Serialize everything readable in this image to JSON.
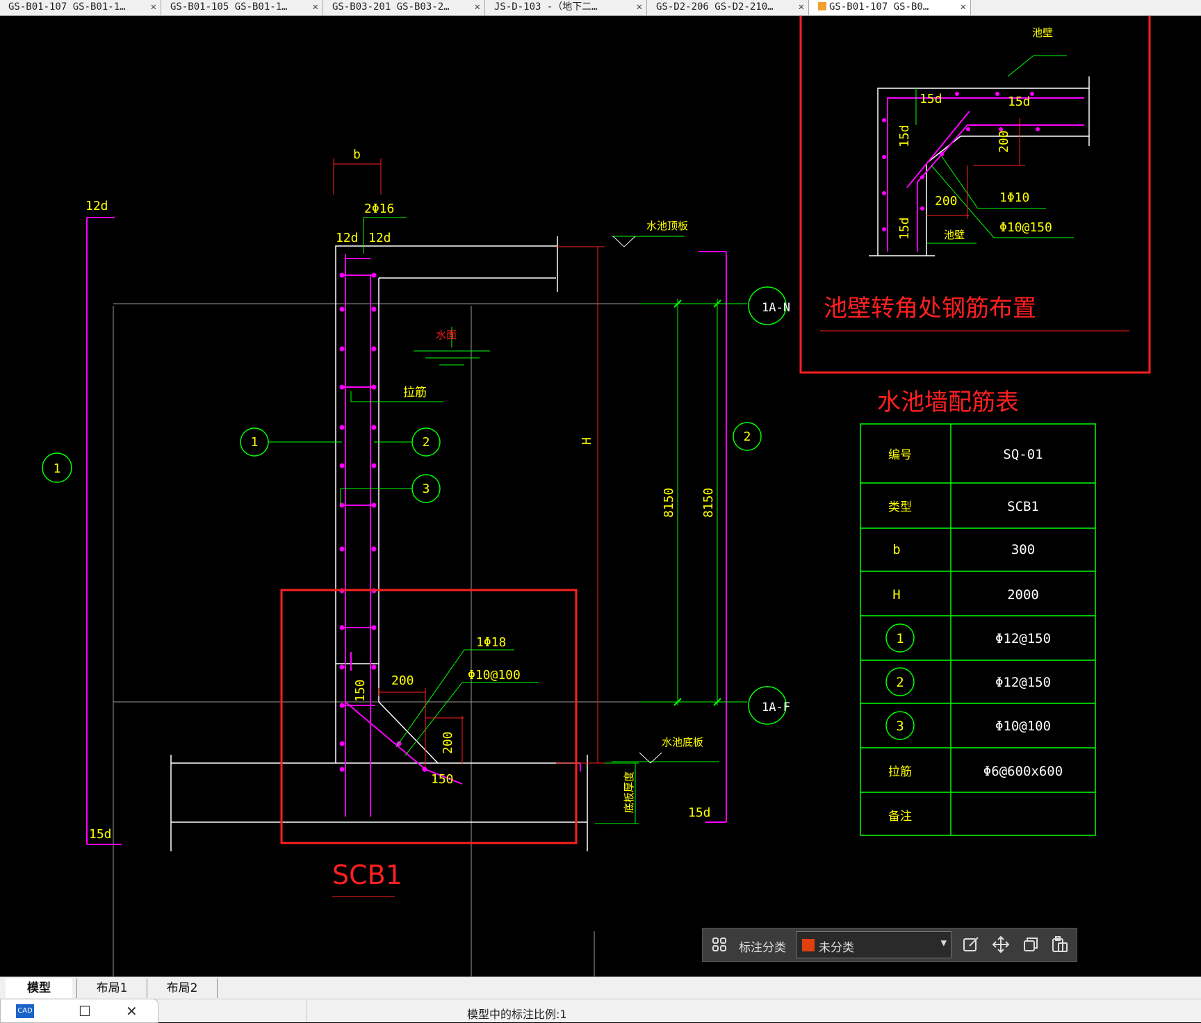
{
  "tabs": [
    {
      "label": "GS-B01-107 GS-B01-1…"
    },
    {
      "label": "GS-B01-105 GS-B01-1…"
    },
    {
      "label": "GS-B03-201 GS-B03-2…"
    },
    {
      "label": "JS-D-103 -（地下二…"
    },
    {
      "label": "GS-D2-206 GS-D2-210…"
    },
    {
      "label": "GS-B01-107 GS-B0…"
    }
  ],
  "drawing": {
    "main": {
      "dim_b": "b",
      "rebar_top": "2Φ16",
      "lap_12d_a": "12d",
      "lap_12d_b": "12d",
      "lap_12d_left": "12d",
      "lap_15d_left": "15d",
      "lap_15d_right": "15d",
      "top_slab": "水池顶板",
      "bottom_slab": "水池底板",
      "water_level": "水面",
      "tie_bar": "拉筋",
      "dim_H": "H",
      "dim_8150_a": "8150",
      "dim_8150_b": "8150",
      "axis_top": "1A-N",
      "axis_bottom": "1A-F",
      "bubble_1": "1",
      "bubble_2": "2",
      "bubble_3": "3",
      "bubble_left_1": "1",
      "bubble_right_2": "2",
      "haunch_rebar": "1Φ18",
      "haunch_stirrup": "Φ10@100",
      "dim_200_a": "200",
      "dim_200_b": "200",
      "dim_150_a": "150",
      "dim_150_b": "150",
      "slab_thickness": "底板厚度",
      "section_title": "SCB1"
    },
    "corner": {
      "label_wall_top": "池壁",
      "label_wall_bottom": "池壁",
      "lap_15d_a": "15d",
      "lap_15d_b": "15d",
      "lap_15d_c": "15d",
      "lap_15d_d": "15d",
      "dim_200_a": "200",
      "dim_200_b": "200",
      "rebar": "1Φ10",
      "stirrup": "Φ10@150",
      "title": "池壁转角处钢筋布置"
    },
    "table": {
      "title": "水池墙配筋表",
      "rows": [
        {
          "k": "编号",
          "v": "SQ-01"
        },
        {
          "k": "类型",
          "v": "SCB1"
        },
        {
          "k": "b",
          "v": "300"
        },
        {
          "k": "H",
          "v": "2000"
        },
        {
          "k": "1",
          "v": "Φ12@150"
        },
        {
          "k": "2",
          "v": "Φ12@150"
        },
        {
          "k": "3",
          "v": "Φ10@100"
        },
        {
          "k": "拉筋",
          "v": "Φ6@600x600"
        },
        {
          "k": "备注",
          "v": ""
        }
      ]
    }
  },
  "layout_tabs": [
    "模型",
    "布局1",
    "布局2"
  ],
  "annotation_bar": {
    "label": "标注分类",
    "selected": "未分类",
    "swatch_color": "#e04010"
  },
  "status": {
    "scale_text": "模型中的标注比例:1"
  },
  "colors": {
    "green": "#00ff00",
    "magenta": "#ff00ff",
    "yellow": "#ffff00",
    "red": "#ff2020",
    "white": "#ffffff",
    "highlight_box": "#ff2020"
  }
}
